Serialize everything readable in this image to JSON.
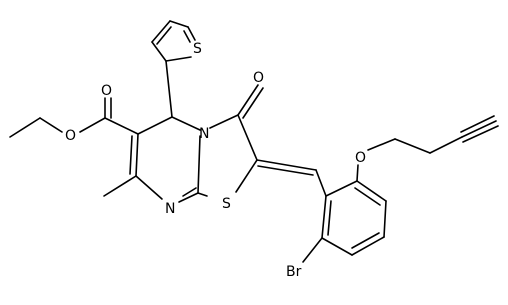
{
  "molecule": {
    "atoms": {
      "s_thiophene": "S",
      "o_carbonyl": "O",
      "o_ester_carbonyl": "O",
      "o_ester": "O",
      "n_ring": "N",
      "s_ring": "S",
      "n_imine": "N",
      "o_ether": "O",
      "br": "Br"
    }
  }
}
